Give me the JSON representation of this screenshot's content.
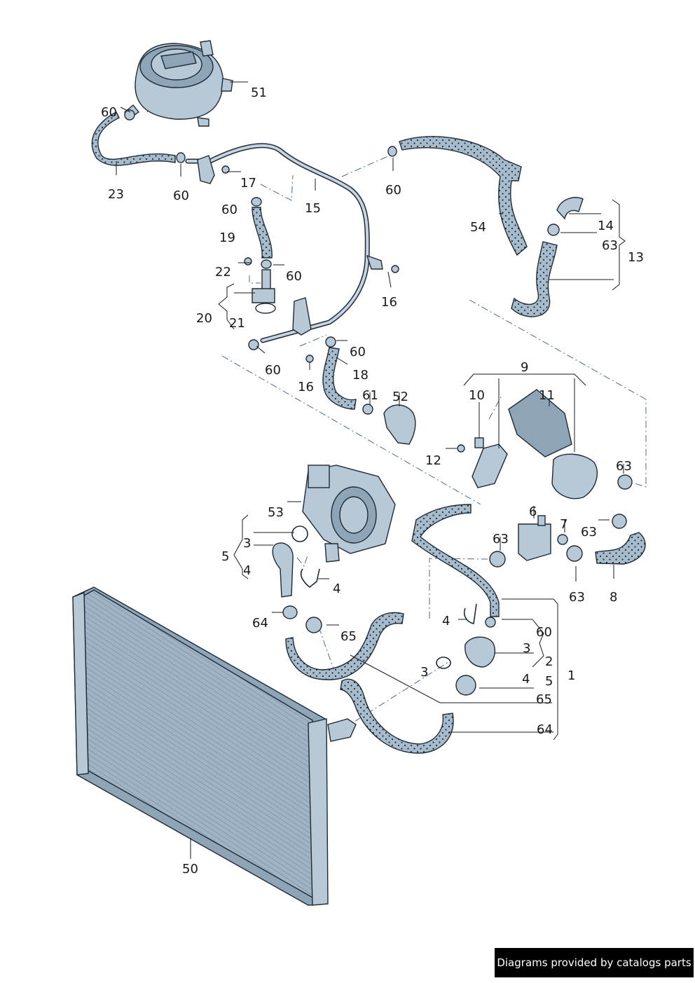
{
  "credit": "Diagrams provided by catalogs parts",
  "labels": [
    {
      "id": "l51",
      "text": "51"
    },
    {
      "id": "l60a",
      "text": "60"
    },
    {
      "id": "l23",
      "text": "23"
    },
    {
      "id": "l60b",
      "text": "60"
    },
    {
      "id": "l17",
      "text": "17"
    },
    {
      "id": "l60c",
      "text": "60"
    },
    {
      "id": "l15",
      "text": "15"
    },
    {
      "id": "l60d",
      "text": "60"
    },
    {
      "id": "l19",
      "text": "19"
    },
    {
      "id": "l54",
      "text": "54"
    },
    {
      "id": "l14",
      "text": "14"
    },
    {
      "id": "l63a",
      "text": "63"
    },
    {
      "id": "l13",
      "text": "13"
    },
    {
      "id": "l22",
      "text": "22"
    },
    {
      "id": "l60e",
      "text": "60"
    },
    {
      "id": "l16a",
      "text": "16"
    },
    {
      "id": "l20",
      "text": "20"
    },
    {
      "id": "l21",
      "text": "21"
    },
    {
      "id": "l60f",
      "text": "60"
    },
    {
      "id": "l60g",
      "text": "60"
    },
    {
      "id": "l18",
      "text": "18"
    },
    {
      "id": "l16b",
      "text": "16"
    },
    {
      "id": "l61",
      "text": "61"
    },
    {
      "id": "l52",
      "text": "52"
    },
    {
      "id": "l9",
      "text": "9"
    },
    {
      "id": "l10",
      "text": "10"
    },
    {
      "id": "l11",
      "text": "11"
    },
    {
      "id": "l12",
      "text": "12"
    },
    {
      "id": "l63b",
      "text": "63"
    },
    {
      "id": "l53",
      "text": "53"
    },
    {
      "id": "l6",
      "text": "6"
    },
    {
      "id": "l7",
      "text": "7"
    },
    {
      "id": "l63c",
      "text": "63"
    },
    {
      "id": "l3a",
      "text": "3"
    },
    {
      "id": "l5a",
      "text": "5"
    },
    {
      "id": "l4a",
      "text": "4"
    },
    {
      "id": "l4b",
      "text": "4"
    },
    {
      "id": "l63d",
      "text": "63"
    },
    {
      "id": "l63e",
      "text": "63"
    },
    {
      "id": "l8",
      "text": "8"
    },
    {
      "id": "l64a",
      "text": "64"
    },
    {
      "id": "l65a",
      "text": "65"
    },
    {
      "id": "l4c",
      "text": "4"
    },
    {
      "id": "l60h",
      "text": "60"
    },
    {
      "id": "l3b",
      "text": "3"
    },
    {
      "id": "l2",
      "text": "2"
    },
    {
      "id": "l3c",
      "text": "3"
    },
    {
      "id": "l4d",
      "text": "4"
    },
    {
      "id": "l5b",
      "text": "5"
    },
    {
      "id": "l1",
      "text": "1"
    },
    {
      "id": "l65b",
      "text": "65"
    },
    {
      "id": "l64b",
      "text": "64"
    },
    {
      "id": "l50",
      "text": "50"
    }
  ]
}
